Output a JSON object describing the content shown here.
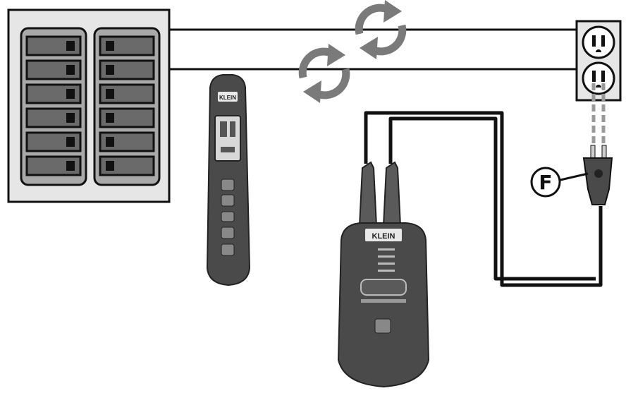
{
  "diagram": {
    "callout_label": "F",
    "receiver_brand": "KLEIN",
    "transmitter_brand": "KLEIN",
    "panel": {
      "columns": 2,
      "breakers_per_column": 6
    },
    "outlet": {
      "receptacles": 2
    },
    "icons": {
      "sync_upper": "sync-arrows-icon",
      "sync_lower": "sync-arrows-icon",
      "plug": "plug-icon"
    },
    "colors": {
      "line": "#111111",
      "panel_fill": "#e6e6e6",
      "breaker_bay": "#a9a9a9",
      "breaker": "#6a6a6a",
      "tester_body": "#4a4a4a",
      "sync_arrows": "#777777"
    }
  }
}
